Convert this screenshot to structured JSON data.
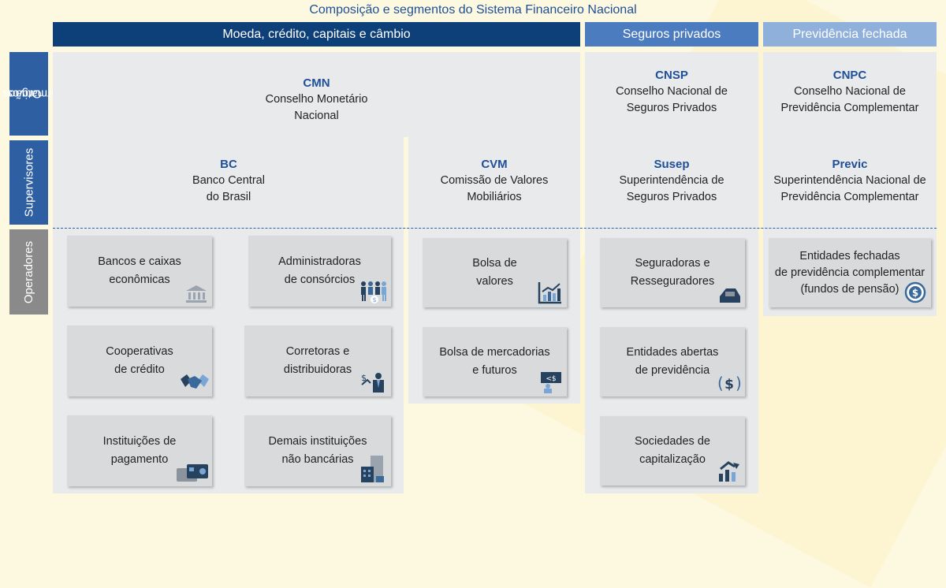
{
  "title": "Composição e segmentos do Sistema Financeiro Nacional",
  "headers": {
    "main": "Moeda, crédito, capitais e câmbio",
    "insurance": "Seguros privados",
    "pension": "Previdência fechada"
  },
  "row_labels": {
    "normative": [
      "Orgãos",
      "normativos"
    ],
    "supervisors": "Supervisores",
    "operators": "Operadores"
  },
  "normative": {
    "cmn": {
      "code": "CMN",
      "name": [
        "Conselho Monetário",
        "Nacional"
      ]
    },
    "cnsp": {
      "code": "CNSP",
      "name": [
        "Conselho Nacional de",
        "Seguros Privados"
      ]
    },
    "cnpc": {
      "code": "CNPC",
      "name": [
        "Conselho Nacional de",
        "Previdência Complementar"
      ]
    }
  },
  "supervisors": {
    "bc": {
      "code": "BC",
      "name": [
        "Banco Central",
        "do Brasil"
      ]
    },
    "cvm": {
      "code": "CVM",
      "name": [
        "Comissão de Valores",
        "Mobiliários"
      ]
    },
    "susep": {
      "code": "Susep",
      "name": [
        "Superintendência de",
        "Seguros Privados"
      ]
    },
    "previc": {
      "code": "Previc",
      "name": [
        "Superintendência Nacional de",
        "Previdência Complementar"
      ]
    }
  },
  "operators": {
    "bancos": [
      "Bancos e caixas",
      "econômicas"
    ],
    "consorcios": [
      "Administradoras",
      "de consórcios"
    ],
    "cooperativas": [
      "Cooperativas",
      "de crédito"
    ],
    "corretoras": [
      "Corretoras e",
      "distribuidoras"
    ],
    "pagamento": [
      "Instituições de",
      "pagamento"
    ],
    "demais": [
      "Demais instituições",
      "não bancárias"
    ],
    "bolsa_valores": [
      "Bolsa de",
      "valores"
    ],
    "bolsa_mercadorias": [
      "Bolsa de mercadorias",
      "e futuros"
    ],
    "seguradoras": [
      "Seguradoras e",
      "Resseguradores"
    ],
    "entidades_abertas": [
      "Entidades abertas",
      "de previdência"
    ],
    "capitalizacao": [
      "Sociedades de",
      "capitalização"
    ],
    "entidades_fechadas": [
      "Entidades fechadas",
      "de previdência complementar",
      "(fundos de pensão)"
    ]
  },
  "colors": {
    "header_dark": "#0d3f79",
    "header_mid": "#4c7cc0",
    "header_light": "#8fb0db",
    "label_blue": "#2e5fa2",
    "label_gray": "#8a8a8a",
    "code_blue": "#1e4f98"
  }
}
